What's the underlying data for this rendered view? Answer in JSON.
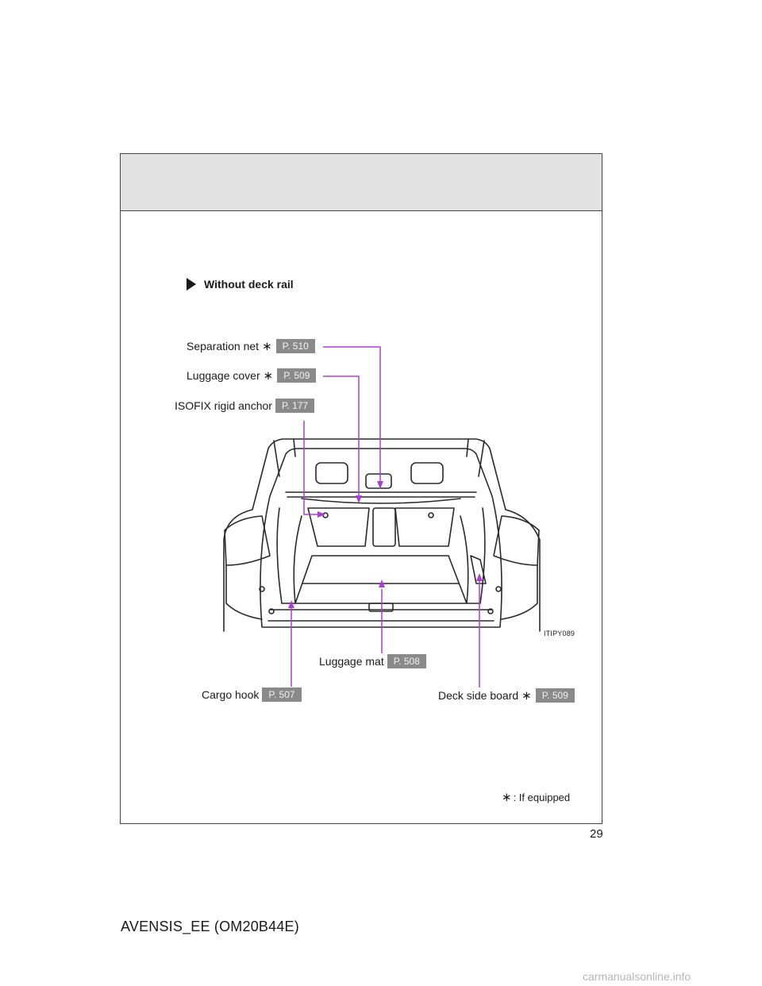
{
  "section_title": "Without deck rail",
  "callouts": {
    "separation_net": {
      "label": "Separation net",
      "marker": "∗",
      "page_ref": "P. 510"
    },
    "luggage_cover": {
      "label": "Luggage cover",
      "marker": "∗",
      "page_ref": "P. 509"
    },
    "isofix_anchor": {
      "label": "ISOFIX rigid anchor",
      "page_ref": "P. 177"
    },
    "luggage_mat": {
      "label": "Luggage mat",
      "page_ref": "P. 508"
    },
    "cargo_hook": {
      "label": "Cargo hook",
      "page_ref": "P. 507"
    },
    "deck_side_board": {
      "label": "Deck side board",
      "marker": "∗",
      "page_ref": "P. 509"
    }
  },
  "image_code": "ITIPY089",
  "footnote": {
    "marker": "∗",
    "text": ": If equipped"
  },
  "page_number": "29",
  "model_code": "AVENSIS_EE (OM20B44E)",
  "watermark": "carmanualsonline.info",
  "colors": {
    "leader_line": "#b03cd6",
    "page_ref_bg": "#8a8a8a",
    "header_bg": "#e2e2e2"
  }
}
